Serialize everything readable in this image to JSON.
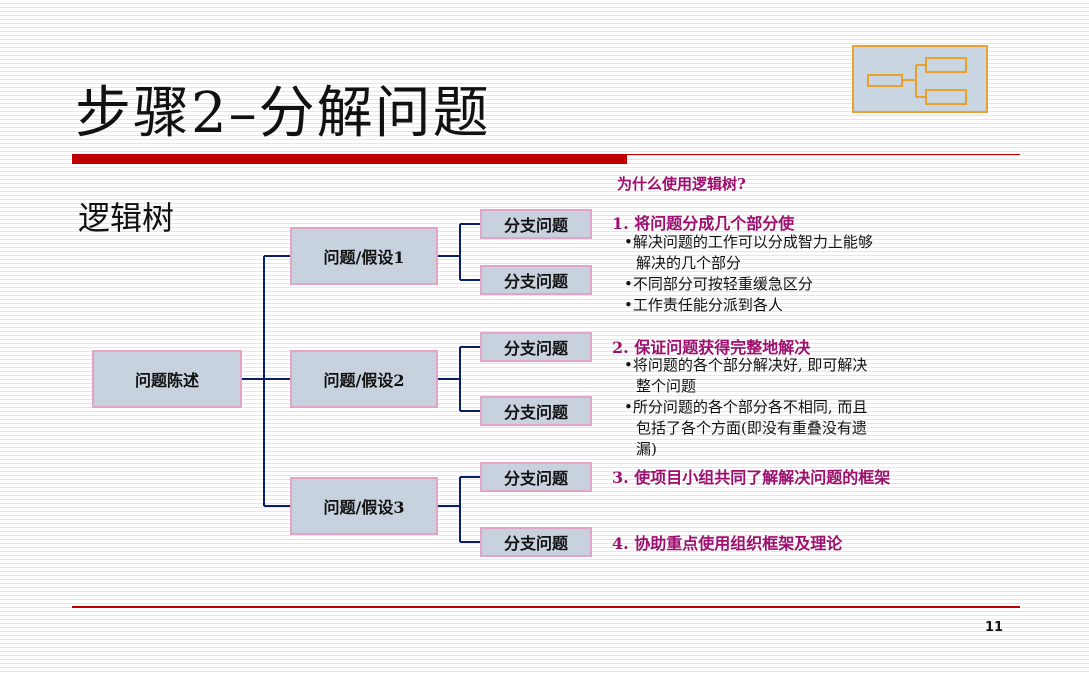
{
  "slide": {
    "title": "步骤2–分解问题",
    "subtitle": "逻辑树",
    "page_number": "11"
  },
  "tree": {
    "root": "问题陈述",
    "hypotheses": [
      "问题/假设1",
      "问题/假设2",
      "问题/假设3"
    ],
    "branch_label": "分支问题"
  },
  "reasons": {
    "title": "为什么使用逻辑树?",
    "items": [
      {
        "heading": "1. 将问题分成几个部分使",
        "bullets": [
          "•解决问题的工作可以分成智力上能够",
          "解决的几个部分",
          "•不同部分可按轻重缓急区分",
          "•工作责任能分派到各人"
        ]
      },
      {
        "heading": "2. 保证问题获得完整地解决",
        "bullets": [
          "•将问题的各个部分解决好, 即可解决",
          "整个问题",
          "•所分问题的各个部分各不相同, 而且",
          "包括了各个方面(即没有重叠没有遗",
          "漏)"
        ]
      },
      {
        "heading": "3. 使项目小组共同了解解决问题的框架",
        "bullets": []
      },
      {
        "heading": "4. 协助重点使用组织框架及理论",
        "bullets": []
      }
    ]
  },
  "colors": {
    "accent_red": "#c00000",
    "node_fill": "#c8d2df",
    "node_border": "#e2a5c8",
    "connector": "#0a1f6b",
    "reason_text": "#9c0f6e",
    "logo_border": "#e8a12c"
  }
}
